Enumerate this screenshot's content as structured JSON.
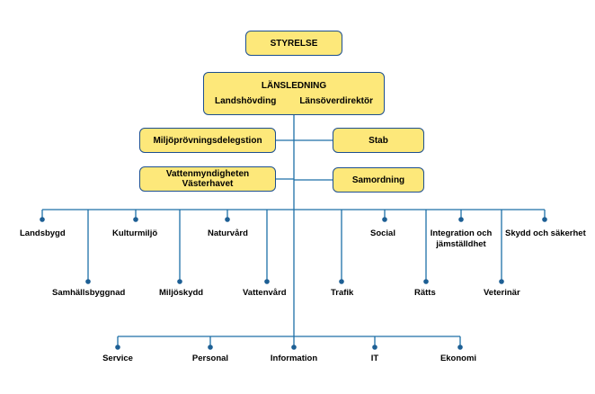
{
  "diagram": {
    "top": {
      "styrelse": "STYRELSE"
    },
    "leadership": {
      "title": "LÄNSLEDNING",
      "left": "Landshövding",
      "right": "Länsöverdirektör"
    },
    "left_boxes": [
      "Miljöprövningsdelegstion",
      "Vattenmyndigheten Västerhavet"
    ],
    "right_boxes": [
      "Stab",
      "Samordning"
    ],
    "departments": [
      {
        "label": "Landsbygd"
      },
      {
        "label": "Samhällsbyggnad"
      },
      {
        "label": "Kulturmiljö"
      },
      {
        "label": "Miljöskydd"
      },
      {
        "label": "Naturvård"
      },
      {
        "label": "Vattenvård"
      },
      {
        "label": "Trafik"
      },
      {
        "label": "Social"
      },
      {
        "label": "Rätts"
      },
      {
        "label": "Integration och jämställdhet"
      },
      {
        "label": "Veterinär"
      },
      {
        "label": "Skydd och säkerhet"
      }
    ],
    "support": [
      "Service",
      "Personal",
      "Information",
      "IT",
      "Ekonomi"
    ]
  }
}
